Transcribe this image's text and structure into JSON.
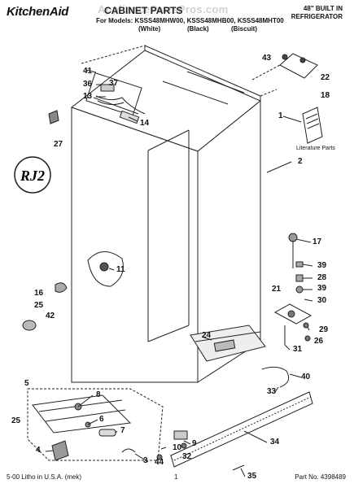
{
  "header": {
    "brand": "KitchenAid",
    "title": "CABINET PARTS",
    "models_line": "For Models: KSSS48MHW00, KSSS48MHB00, KSSS48MHT00",
    "variants": [
      "(White)",
      "(Black)",
      "(Biscuit)"
    ],
    "spec_line1": "48\" BUILT IN",
    "spec_line2": "REFRIGERATOR",
    "watermark": "AppliancePartsPros.com",
    "badge": "RJ2"
  },
  "callouts": {
    "c41": "41",
    "c36": "36",
    "c13": "13",
    "c37": "37",
    "c14": "14",
    "c27": "27",
    "c43": "43",
    "c22": "22",
    "c18": "18",
    "c1": "1",
    "c2": "2",
    "c11": "11",
    "c16": "16",
    "c25a": "25",
    "c42": "42",
    "c17": "17",
    "c39a": "39",
    "c28": "28",
    "c39b": "39",
    "c21": "21",
    "c30": "30",
    "c24": "24",
    "c29": "29",
    "c26": "26",
    "c31": "31",
    "c40": "40",
    "c33": "33",
    "c5": "5",
    "c25b": "25",
    "c8": "8",
    "c6": "6",
    "c7": "7",
    "c4": "4",
    "c3": "3",
    "c9": "9",
    "c10": "10",
    "c44": "44",
    "c34": "34",
    "c35": "35",
    "c32": "32"
  },
  "literature_label": "Literature Parts",
  "footer": {
    "left": "5-00 Litho in U.S.A. (mek)",
    "page": "1",
    "part_no": "Part No. 4398489"
  }
}
